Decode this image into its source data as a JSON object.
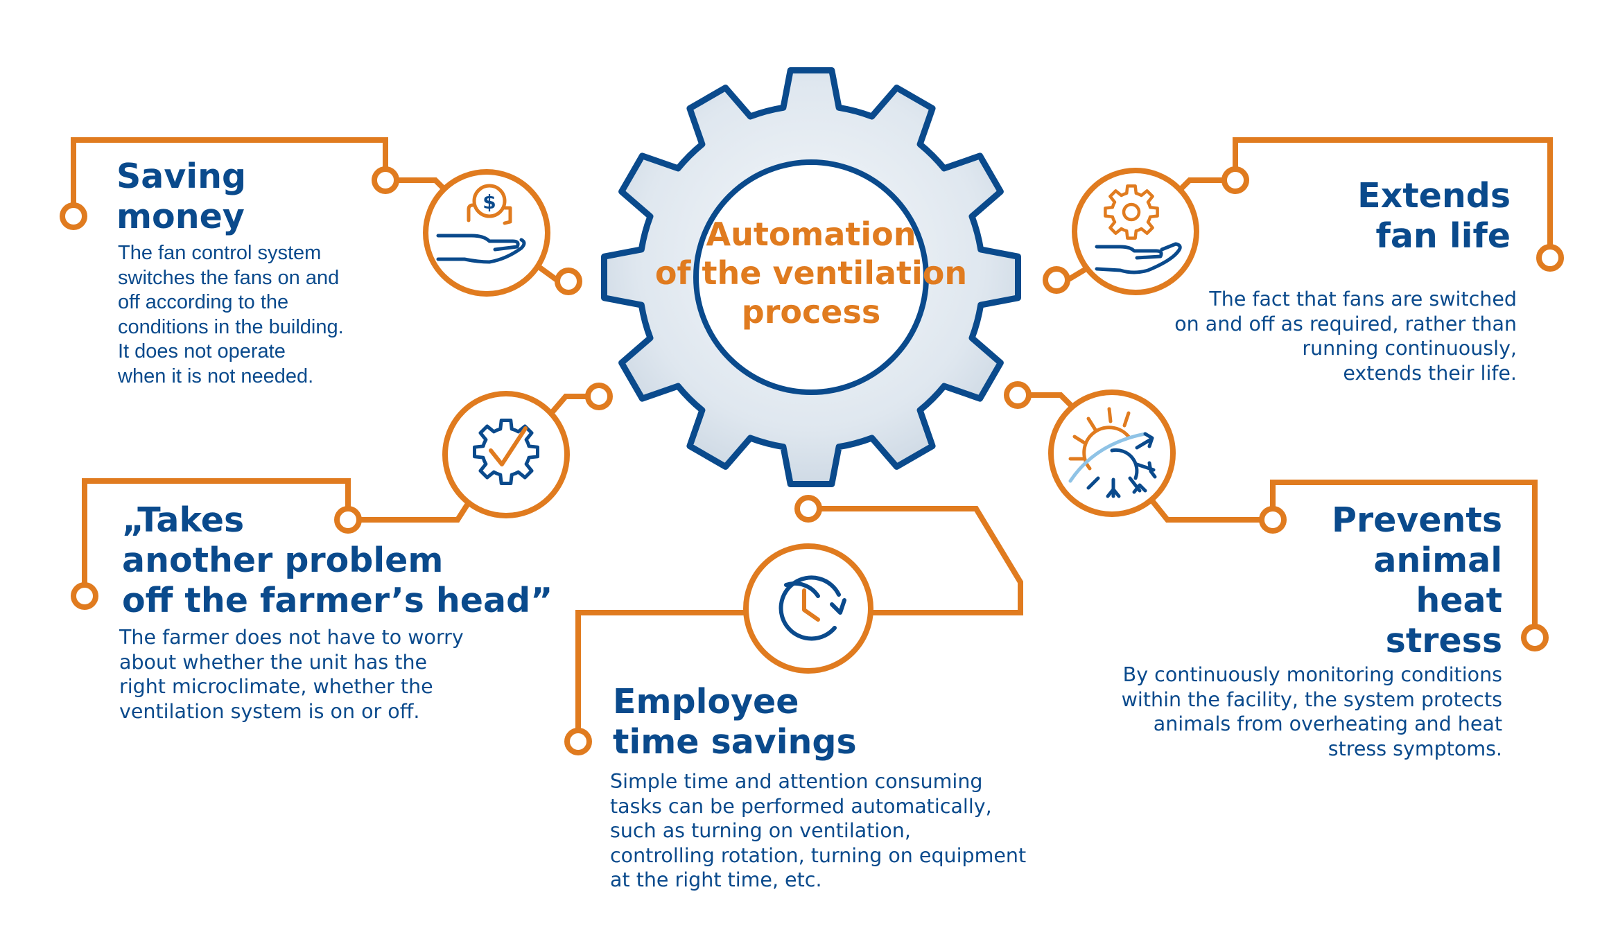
{
  "center": {
    "lines": [
      "Automation",
      "of the ventilation",
      "process"
    ]
  },
  "items": [
    {
      "id": "saving-money",
      "icon": "hand-coin-icon",
      "title_lines": [
        "Saving",
        "money"
      ],
      "body_lines": [
        "The fan control system",
        "switches the fans on and",
        "off according to the",
        "conditions in the building.",
        "It does not operate",
        "when it is not needed."
      ]
    },
    {
      "id": "extends-fan-life",
      "icon": "hand-gear-icon",
      "title_lines": [
        "Extends",
        "fan life"
      ],
      "body_lines": [
        "The fact that fans are switched",
        "on and off as required, rather than",
        "running continuously,",
        "extends their life."
      ]
    },
    {
      "id": "takes-problem",
      "icon": "gear-check-icon",
      "title_lines": [
        "„Takes",
        "another problem",
        "off the farmer’s head”"
      ],
      "body_lines": [
        "The farmer does not have to worry",
        "about whether the unit has the",
        "right microclimate, whether the",
        "ventilation system is on or off."
      ]
    },
    {
      "id": "prevents-heat-stress",
      "icon": "sun-snowflake-icon",
      "title_lines": [
        "Prevents",
        "animal",
        "heat",
        "stress"
      ],
      "body_lines": [
        "By continuously monitoring conditions",
        "within the facility, the system protects",
        "animals from overheating and heat",
        "stress symptoms."
      ]
    },
    {
      "id": "employee-time-savings",
      "icon": "clock-icon",
      "title_lines": [
        "Employee",
        "time savings"
      ],
      "body_lines": [
        "Simple time and attention consuming",
        "tasks can be performed automatically,",
        "such as turning on ventilation,",
        "controlling rotation, turning on equipment",
        "at the right time, etc."
      ]
    }
  ],
  "colors": {
    "orange": "#e07b1f",
    "blue": "#0a4a8c",
    "gear_fill": "#dde6ef"
  }
}
